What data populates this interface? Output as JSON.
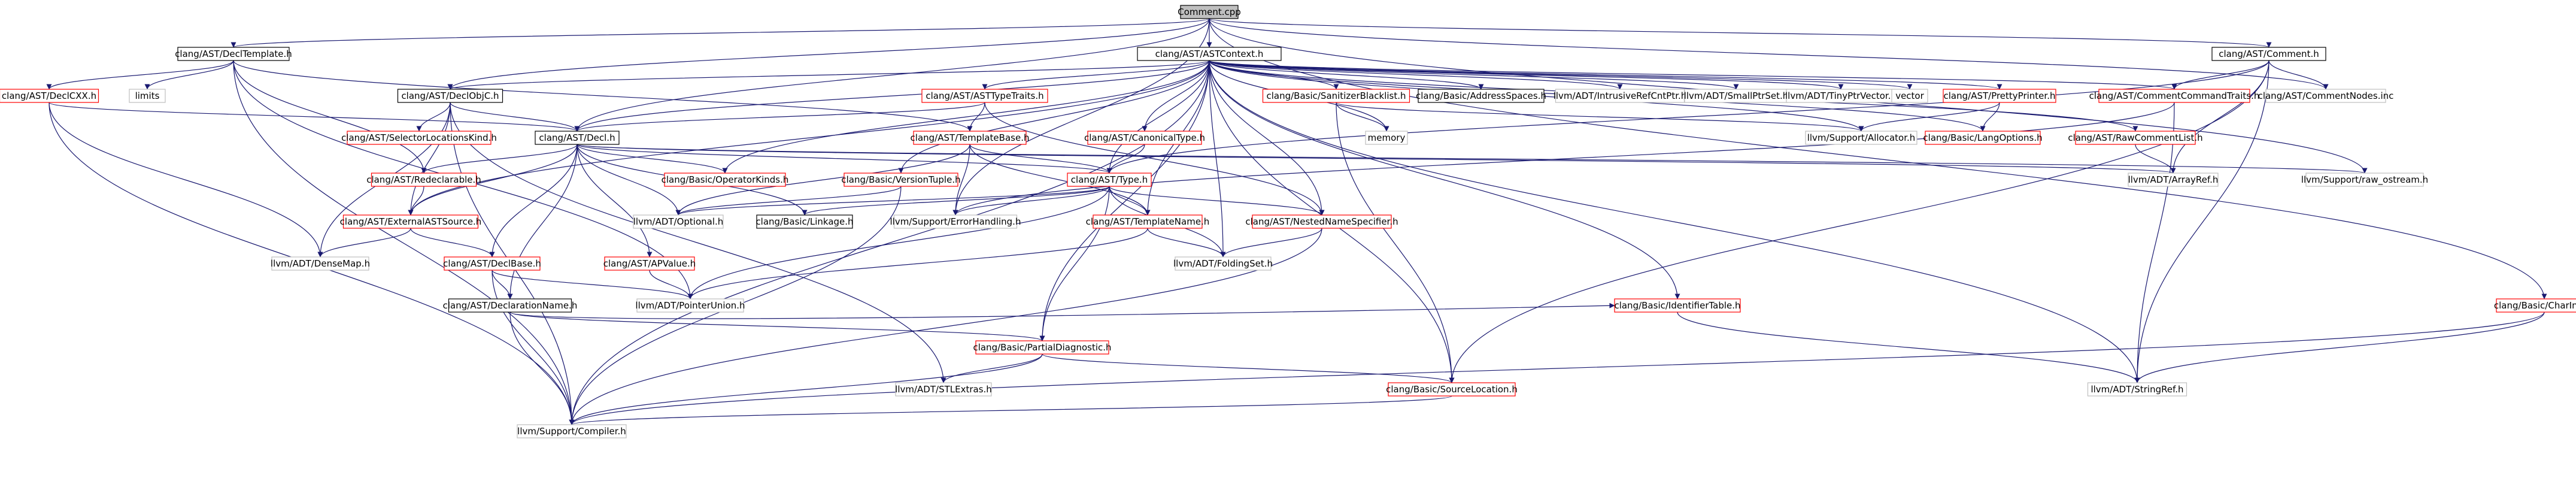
{
  "diagram": {
    "colors": {
      "root_fill": "#bfbfbf",
      "root_border": "#000000",
      "documented_border": "#000000",
      "external_border": "#bfbfbf",
      "truncated_border": "#ff0000",
      "edge": "#191970",
      "background": "#ffffff"
    },
    "nodes": [
      {
        "id": "n_comment_cpp",
        "label": "Comment.cpp",
        "kind": "root"
      },
      {
        "id": "n_decltemplate",
        "label": "clang/AST/DeclTemplate.h",
        "kind": "documented"
      },
      {
        "id": "n_astcontext",
        "label": "clang/AST/ASTContext.h",
        "kind": "documented"
      },
      {
        "id": "n_comment_h",
        "label": "clang/AST/Comment.h",
        "kind": "documented"
      },
      {
        "id": "n_declcxx",
        "label": "clang/AST/DeclCXX.h",
        "kind": "truncated"
      },
      {
        "id": "n_limits",
        "label": "limits",
        "kind": "external"
      },
      {
        "id": "n_declobjc",
        "label": "clang/AST/DeclObjC.h",
        "kind": "documented"
      },
      {
        "id": "n_asttypetraits",
        "label": "clang/AST/ASTTypeTraits.h",
        "kind": "truncated"
      },
      {
        "id": "n_sanitizerblacklist",
        "label": "clang/Basic/SanitizerBlacklist.h",
        "kind": "truncated"
      },
      {
        "id": "n_addressspaces",
        "label": "clang/Basic/AddressSpaces.h",
        "kind": "documented"
      },
      {
        "id": "n_intrusiverefcntptr",
        "label": "llvm/ADT/IntrusiveRefCntPtr.h",
        "kind": "external"
      },
      {
        "id": "n_smallptrset",
        "label": "llvm/ADT/SmallPtrSet.h",
        "kind": "external"
      },
      {
        "id": "n_tinyptrvector",
        "label": "llvm/ADT/TinyPtrVector.h",
        "kind": "external"
      },
      {
        "id": "n_vector",
        "label": "vector",
        "kind": "external"
      },
      {
        "id": "n_prettyprinter",
        "label": "clang/AST/PrettyPrinter.h",
        "kind": "truncated"
      },
      {
        "id": "n_commentcommandtraits",
        "label": "clang/AST/CommentCommandTraits.h",
        "kind": "truncated"
      },
      {
        "id": "n_commentnodes",
        "label": "clang/AST/CommentNodes.inc",
        "kind": "external"
      },
      {
        "id": "n_decl_h",
        "label": "clang/AST/Decl.h",
        "kind": "documented"
      },
      {
        "id": "n_templatebase",
        "label": "clang/AST/TemplateBase.h",
        "kind": "truncated"
      },
      {
        "id": "n_selectorlocationskind",
        "label": "clang/AST/SelectorLocationsKind.h",
        "kind": "truncated"
      },
      {
        "id": "n_memory",
        "label": "memory",
        "kind": "external"
      },
      {
        "id": "n_canonicaltype",
        "label": "clang/AST/CanonicalType.h",
        "kind": "truncated"
      },
      {
        "id": "n_allocator",
        "label": "llvm/Support/Allocator.h",
        "kind": "external"
      },
      {
        "id": "n_langoptions",
        "label": "clang/Basic/LangOptions.h",
        "kind": "truncated"
      },
      {
        "id": "n_rawcommentlist",
        "label": "clang/AST/RawCommentList.h",
        "kind": "truncated"
      },
      {
        "id": "n_redeclarable",
        "label": "clang/AST/Redeclarable.h",
        "kind": "truncated"
      },
      {
        "id": "n_operatorkinds",
        "label": "clang/Basic/OperatorKinds.h",
        "kind": "truncated"
      },
      {
        "id": "n_versiontuple",
        "label": "clang/Basic/VersionTuple.h",
        "kind": "truncated"
      },
      {
        "id": "n_type_h",
        "label": "clang/AST/Type.h",
        "kind": "truncated"
      },
      {
        "id": "n_arrayref",
        "label": "llvm/ADT/ArrayRef.h",
        "kind": "external"
      },
      {
        "id": "n_rawostream",
        "label": "llvm/Support/raw_ostream.h",
        "kind": "external"
      },
      {
        "id": "n_externalastsource",
        "label": "clang/AST/ExternalASTSource.h",
        "kind": "truncated"
      },
      {
        "id": "n_optional",
        "label": "llvm/ADT/Optional.h",
        "kind": "external"
      },
      {
        "id": "n_linkage",
        "label": "clang/Basic/Linkage.h",
        "kind": "documented"
      },
      {
        "id": "n_errorhandling",
        "label": "llvm/Support/ErrorHandling.h",
        "kind": "external"
      },
      {
        "id": "n_templatename",
        "label": "clang/AST/TemplateName.h",
        "kind": "truncated"
      },
      {
        "id": "n_nestednamespecifier",
        "label": "clang/AST/NestedNameSpecifier.h",
        "kind": "truncated"
      },
      {
        "id": "n_densemap",
        "label": "llvm/ADT/DenseMap.h",
        "kind": "external"
      },
      {
        "id": "n_declbase",
        "label": "clang/AST/DeclBase.h",
        "kind": "truncated"
      },
      {
        "id": "n_apvalue",
        "label": "clang/AST/APValue.h",
        "kind": "truncated"
      },
      {
        "id": "n_foldingset",
        "label": "llvm/ADT/FoldingSet.h",
        "kind": "external"
      },
      {
        "id": "n_declarationname",
        "label": "clang/AST/DeclarationName.h",
        "kind": "documented"
      },
      {
        "id": "n_pointerunion",
        "label": "llvm/ADT/PointerUnion.h",
        "kind": "external"
      },
      {
        "id": "n_identifiertable",
        "label": "clang/Basic/IdentifierTable.h",
        "kind": "truncated"
      },
      {
        "id": "n_charinfo",
        "label": "clang/Basic/CharInfo.h",
        "kind": "truncated"
      },
      {
        "id": "n_partialdiagnostic",
        "label": "clang/Basic/PartialDiagnostic.h",
        "kind": "truncated"
      },
      {
        "id": "n_stlextras",
        "label": "llvm/ADT/STLExtras.h",
        "kind": "external"
      },
      {
        "id": "n_sourcelocation",
        "label": "clang/Basic/SourceLocation.h",
        "kind": "truncated"
      },
      {
        "id": "n_stringref",
        "label": "llvm/ADT/StringRef.h",
        "kind": "external"
      },
      {
        "id": "n_compiler",
        "label": "llvm/Support/Compiler.h",
        "kind": "external"
      }
    ],
    "edges": [
      [
        "n_comment_cpp",
        "n_decltemplate"
      ],
      [
        "n_comment_cpp",
        "n_astcontext"
      ],
      [
        "n_comment_cpp",
        "n_comment_h"
      ],
      [
        "n_comment_cpp",
        "n_declobjc"
      ],
      [
        "n_comment_cpp",
        "n_commentnodes"
      ],
      [
        "n_comment_cpp",
        "n_rawostream"
      ],
      [
        "n_comment_cpp",
        "n_charinfo"
      ],
      [
        "n_comment_cpp",
        "n_decl_h"
      ],
      [
        "n_comment_cpp",
        "n_errorhandling"
      ],
      [
        "n_decltemplate",
        "n_declcxx"
      ],
      [
        "n_decltemplate",
        "n_limits"
      ],
      [
        "n_decltemplate",
        "n_redeclarable"
      ],
      [
        "n_decltemplate",
        "n_templatebase"
      ],
      [
        "n_decltemplate",
        "n_pointerunion"
      ],
      [
        "n_decltemplate",
        "n_compiler"
      ],
      [
        "n_declcxx",
        "n_decl_h"
      ],
      [
        "n_declcxx",
        "n_densemap"
      ],
      [
        "n_declcxx",
        "n_compiler"
      ],
      [
        "n_astcontext",
        "n_declobjc"
      ],
      [
        "n_astcontext",
        "n_asttypetraits"
      ],
      [
        "n_astcontext",
        "n_sanitizerblacklist"
      ],
      [
        "n_astcontext",
        "n_addressspaces"
      ],
      [
        "n_astcontext",
        "n_intrusiverefcntptr"
      ],
      [
        "n_astcontext",
        "n_smallptrset"
      ],
      [
        "n_astcontext",
        "n_tinyptrvector"
      ],
      [
        "n_astcontext",
        "n_vector"
      ],
      [
        "n_astcontext",
        "n_prettyprinter"
      ],
      [
        "n_astcontext",
        "n_commentcommandtraits"
      ],
      [
        "n_astcontext",
        "n_memory"
      ],
      [
        "n_astcontext",
        "n_canonicaltype"
      ],
      [
        "n_astcontext",
        "n_langoptions"
      ],
      [
        "n_astcontext",
        "n_rawcommentlist"
      ],
      [
        "n_astcontext",
        "n_decl_h"
      ],
      [
        "n_astcontext",
        "n_type_h"
      ],
      [
        "n_astcontext",
        "n_operatorkinds"
      ],
      [
        "n_astcontext",
        "n_versiontuple"
      ],
      [
        "n_astcontext",
        "n_externalastsource"
      ],
      [
        "n_astcontext",
        "n_templatename"
      ],
      [
        "n_astcontext",
        "n_nestednamespecifier"
      ],
      [
        "n_astcontext",
        "n_partialdiagnostic"
      ],
      [
        "n_astcontext",
        "n_foldingset"
      ],
      [
        "n_astcontext",
        "n_sourcelocation"
      ],
      [
        "n_astcontext",
        "n_allocator"
      ],
      [
        "n_astcontext",
        "n_identifiertable"
      ],
      [
        "n_astcontext",
        "n_stringref"
      ],
      [
        "n_astcontext",
        "n_compiler"
      ],
      [
        "n_comment_h",
        "n_commentcommandtraits"
      ],
      [
        "n_comment_h",
        "n_commentnodes"
      ],
      [
        "n_comment_h",
        "n_arrayref"
      ],
      [
        "n_comment_h",
        "n_sourcelocation"
      ],
      [
        "n_comment_h",
        "n_stringref"
      ],
      [
        "n_comment_h",
        "n_type_h"
      ],
      [
        "n_declobjc",
        "n_decl_h"
      ],
      [
        "n_declobjc",
        "n_selectorlocationskind"
      ],
      [
        "n_declobjc",
        "n_densemap"
      ],
      [
        "n_declobjc",
        "n_stlextras"
      ],
      [
        "n_declobjc",
        "n_compiler"
      ],
      [
        "n_declobjc",
        "n_externalastsource"
      ],
      [
        "n_asttypetraits",
        "n_templatebase"
      ],
      [
        "n_asttypetraits",
        "n_nestednamespecifier"
      ],
      [
        "n_asttypetraits",
        "n_decl_h"
      ],
      [
        "n_sanitizerblacklist",
        "n_memory"
      ],
      [
        "n_sanitizerblacklist",
        "n_sourcelocation"
      ],
      [
        "n_sanitizerblacklist",
        "n_allocator"
      ],
      [
        "n_prettyprinter",
        "n_langoptions"
      ],
      [
        "n_prettyprinter",
        "n_allocator"
      ],
      [
        "n_commentcommandtraits",
        "n_errorhandling"
      ],
      [
        "n_commentcommandtraits",
        "n_stringref"
      ],
      [
        "n_decl_h",
        "n_redeclarable"
      ],
      [
        "n_decl_h",
        "n_externalastsource"
      ],
      [
        "n_decl_h",
        "n_operatorkinds"
      ],
      [
        "n_decl_h",
        "n_linkage"
      ],
      [
        "n_decl_h",
        "n_optional"
      ],
      [
        "n_decl_h",
        "n_apvalue"
      ],
      [
        "n_decl_h",
        "n_declbase"
      ],
      [
        "n_decl_h",
        "n_declarationname"
      ],
      [
        "n_decl_h",
        "n_type_h"
      ],
      [
        "n_decl_h",
        "n_arrayref"
      ],
      [
        "n_decl_h",
        "n_rawostream"
      ],
      [
        "n_templatebase",
        "n_type_h"
      ],
      [
        "n_templatebase",
        "n_templatename"
      ],
      [
        "n_templatebase",
        "n_errorhandling"
      ],
      [
        "n_templatebase",
        "n_optional"
      ],
      [
        "n_canonicaltype",
        "n_type_h"
      ],
      [
        "n_rawcommentlist",
        "n_arrayref"
      ],
      [
        "n_redeclarable",
        "n_externalastsource"
      ],
      [
        "n_versiontuple",
        "n_optional"
      ],
      [
        "n_versiontuple",
        "n_compiler"
      ],
      [
        "n_type_h",
        "n_linkage"
      ],
      [
        "n_type_h",
        "n_optional"
      ],
      [
        "n_type_h",
        "n_errorhandling"
      ],
      [
        "n_type_h",
        "n_templatename"
      ],
      [
        "n_type_h",
        "n_nestednamespecifier"
      ],
      [
        "n_type_h",
        "n_foldingset"
      ],
      [
        "n_type_h",
        "n_pointerunion"
      ],
      [
        "n_type_h",
        "n_partialdiagnostic"
      ],
      [
        "n_externalastsource",
        "n_densemap"
      ],
      [
        "n_externalastsource",
        "n_declbase"
      ],
      [
        "n_templatename",
        "n_foldingset"
      ],
      [
        "n_templatename",
        "n_pointerunion"
      ],
      [
        "n_nestednamespecifier",
        "n_foldingset"
      ],
      [
        "n_nestednamespecifier",
        "n_compiler"
      ],
      [
        "n_declbase",
        "n_declarationname"
      ],
      [
        "n_declbase",
        "n_pointerunion"
      ],
      [
        "n_declbase",
        "n_compiler"
      ],
      [
        "n_apvalue",
        "n_pointerunion"
      ],
      [
        "n_declarationname",
        "n_identifiertable"
      ],
      [
        "n_declarationname",
        "n_partialdiagnostic"
      ],
      [
        "n_declarationname",
        "n_compiler"
      ],
      [
        "n_identifiertable",
        "n_stringref"
      ],
      [
        "n_charinfo",
        "n_stringref"
      ],
      [
        "n_charinfo",
        "n_compiler"
      ],
      [
        "n_partialdiagnostic",
        "n_sourcelocation"
      ],
      [
        "n_partialdiagnostic",
        "n_stlextras"
      ],
      [
        "n_partialdiagnostic",
        "n_compiler"
      ],
      [
        "n_sourcelocation",
        "n_compiler"
      ]
    ]
  }
}
